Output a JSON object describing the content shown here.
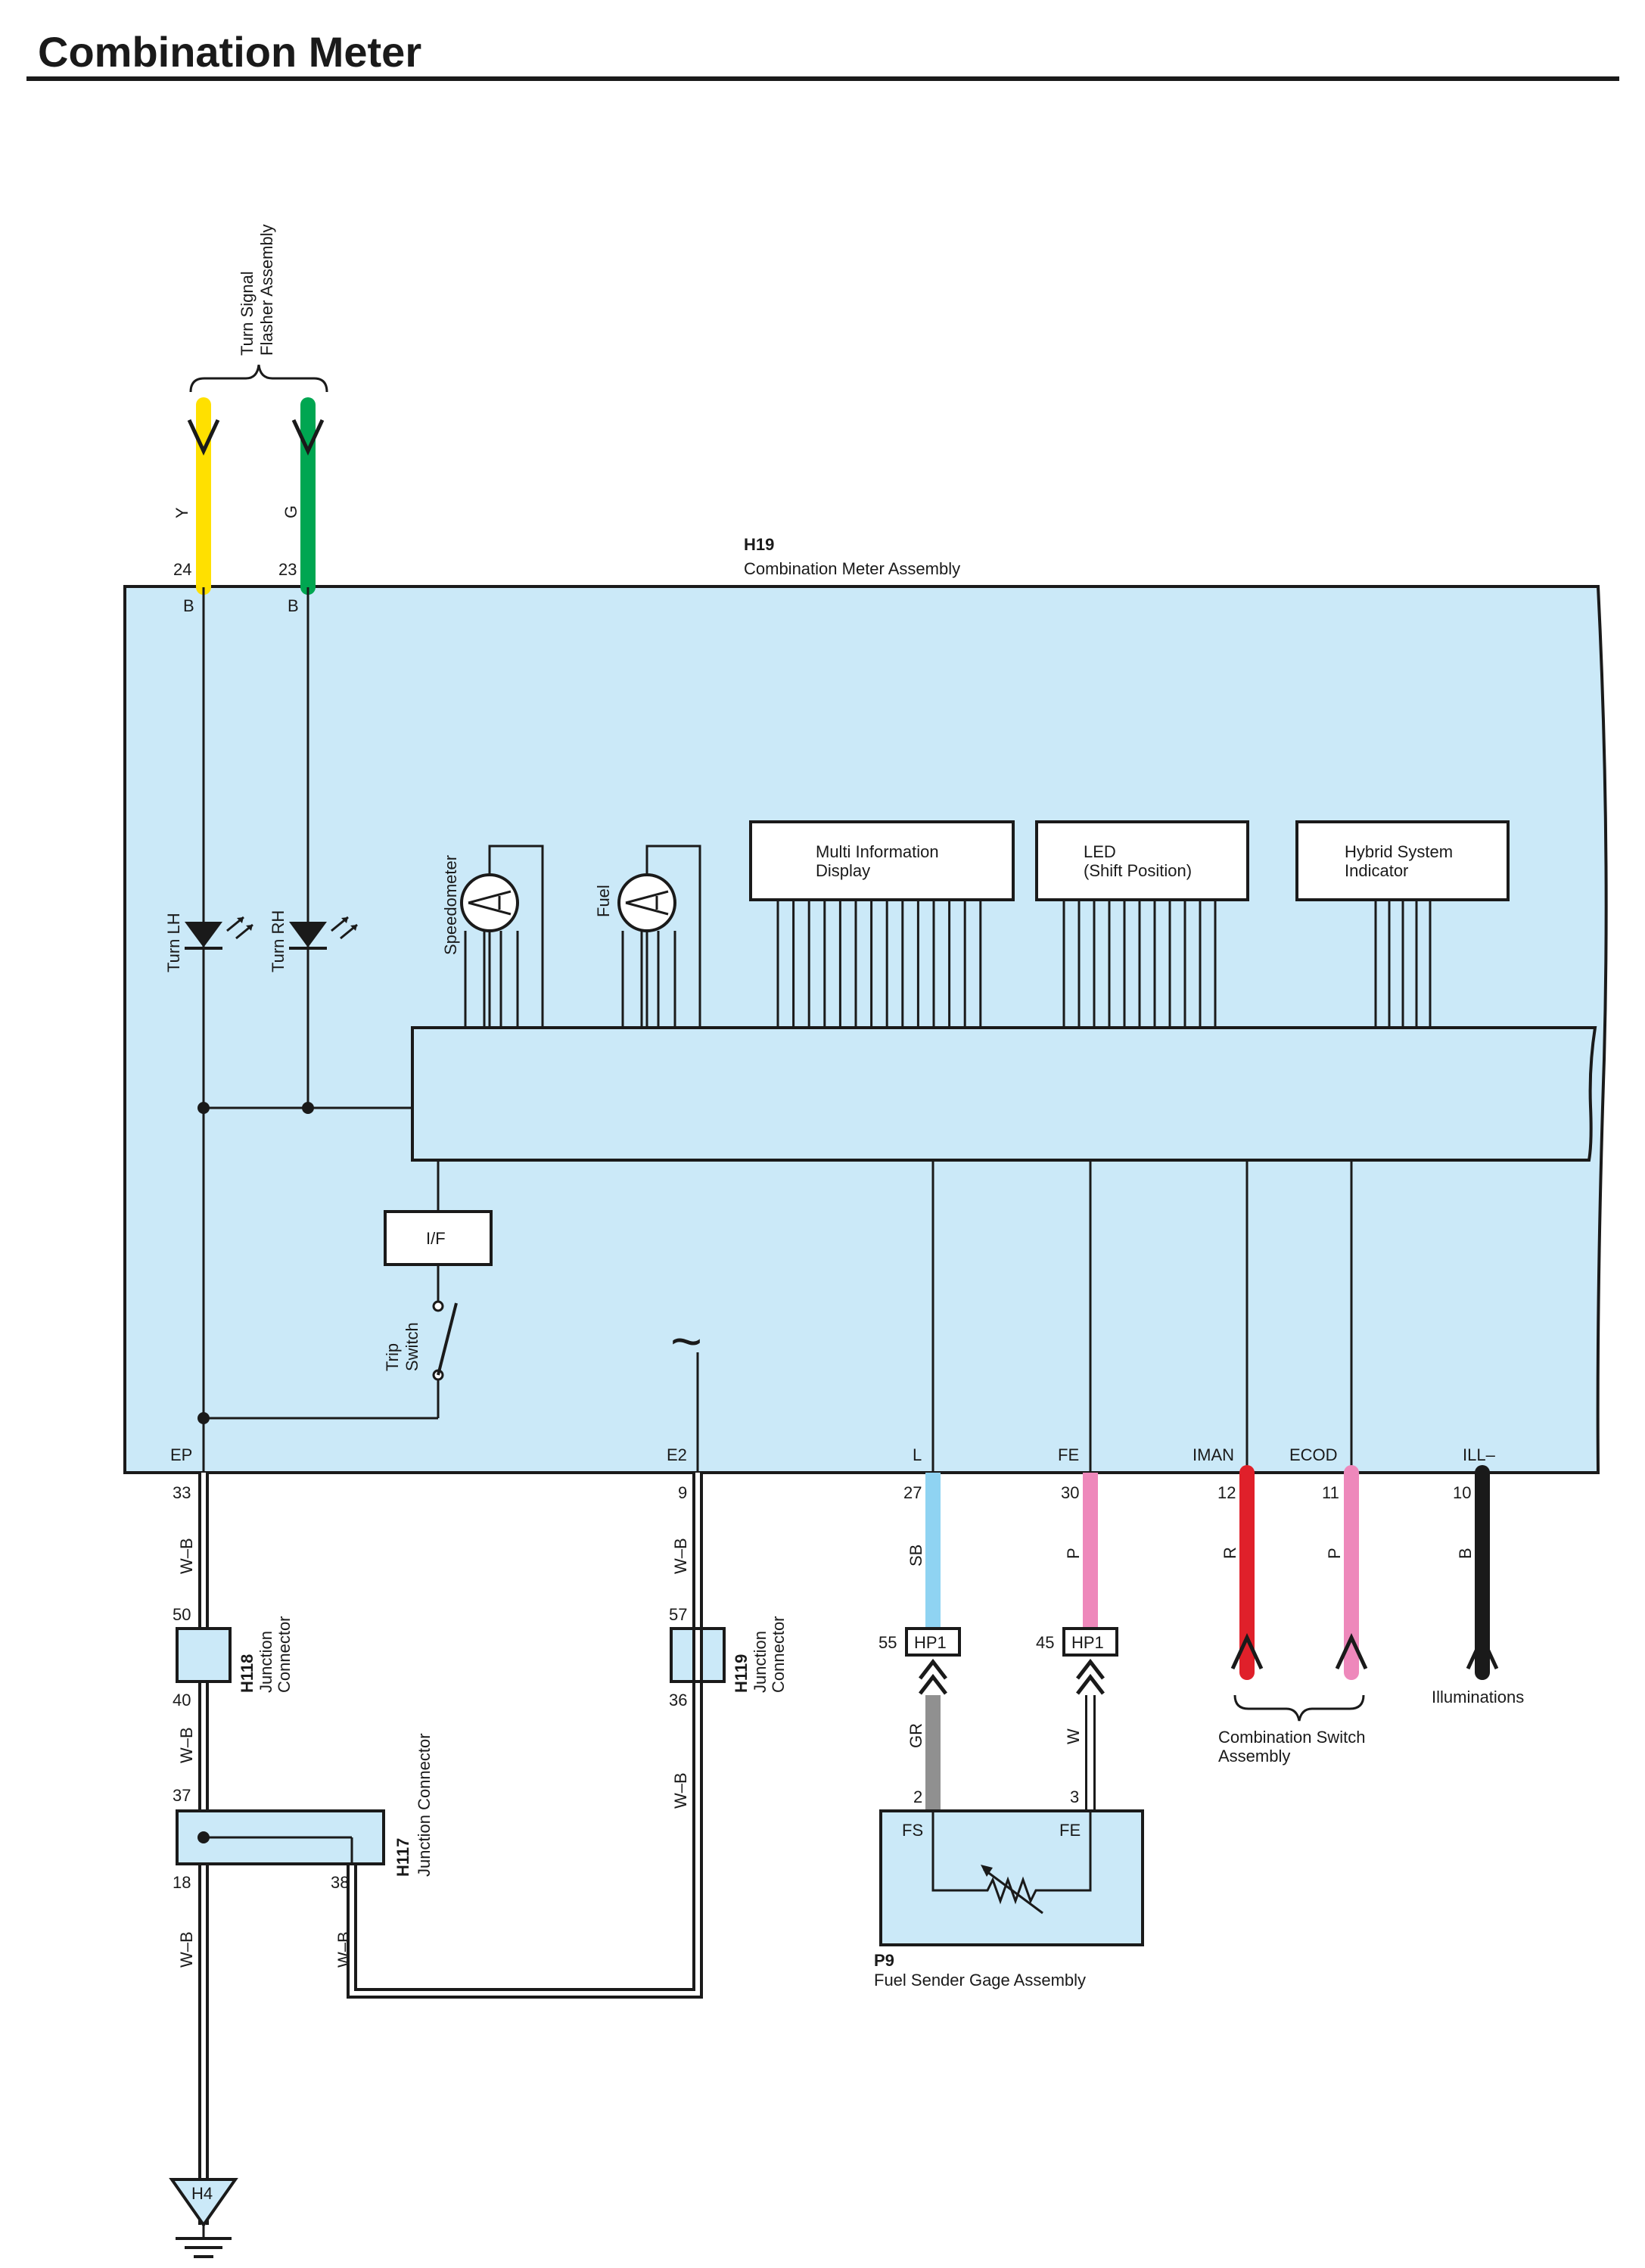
{
  "page": {
    "title": "Combination Meter"
  },
  "meter": {
    "code": "H19",
    "name": "Combination Meter Assembly"
  },
  "flasher": {
    "name_l1": "Turn Signal",
    "name_l2": "Flasher Assembly"
  },
  "wires": {
    "y": {
      "pin": "24",
      "color_code": "Y",
      "inner": "B",
      "hex": "#ffe000"
    },
    "g": {
      "pin": "23",
      "color_code": "G",
      "inner": "B",
      "hex": "#00a651"
    },
    "ep": {
      "pin": "33",
      "label": "EP",
      "color_code": "W–B"
    },
    "e2": {
      "pin": "9",
      "label": "E2",
      "color_code": "W–B"
    },
    "l": {
      "pin": "27",
      "label": "L",
      "color_code": "SB",
      "hex": "#8fd3f2"
    },
    "fe": {
      "pin": "30",
      "label": "FE",
      "color_code": "P",
      "hex": "#ee88bb"
    },
    "iman": {
      "pin": "12",
      "label": "IMAN",
      "color_code": "R",
      "hex": "#e0202a"
    },
    "ecod": {
      "pin": "11",
      "label": "ECOD",
      "color_code": "P",
      "hex": "#ee88bb"
    },
    "ill": {
      "pin": "10",
      "label": "ILL–",
      "color_code": "B",
      "hex": "#1a1a1a"
    }
  },
  "components": {
    "turn_lh": "Turn LH",
    "turn_rh": "Turn RH",
    "speedometer": "Speedometer",
    "fuel": "Fuel",
    "mid_l1": "Multi Information",
    "mid_l2": "Display",
    "led_l1": "LED",
    "led_l2": "(Shift Position)",
    "hsi_l1": "Hybrid System",
    "hsi_l2": "Indicator",
    "if": "I/F",
    "trip_l1": "Trip",
    "trip_l2": "Switch",
    "tilde": "~"
  },
  "h118": {
    "code": "H118",
    "l1": "Junction",
    "l2": "Connector",
    "pin_top": "50",
    "pin_bottom": "40"
  },
  "h119": {
    "code": "H119",
    "l1": "Junction",
    "l2": "Connector",
    "pin_top": "57",
    "pin_bottom": "36"
  },
  "h117": {
    "code": "H117",
    "name": "Junction Connector",
    "pin_in": "37",
    "pin_out1": "18",
    "pin_out2": "38"
  },
  "wb": {
    "label": "W–B"
  },
  "hp1": {
    "code": "HP1",
    "pin_l": "55",
    "pin_fe": "45"
  },
  "sender_wires": {
    "fs_color": "GR",
    "fe_color": "W",
    "fs_pin": "2",
    "fe_pin": "3",
    "gr_hex": "#909090"
  },
  "p9": {
    "code": "P9",
    "name": "Fuel Sender Gage Assembly",
    "fs": "FS",
    "fe": "FE"
  },
  "combo_switch": {
    "l1": "Combination Switch",
    "l2": "Assembly"
  },
  "illuminations": "Illuminations",
  "ground": {
    "code": "H4"
  }
}
